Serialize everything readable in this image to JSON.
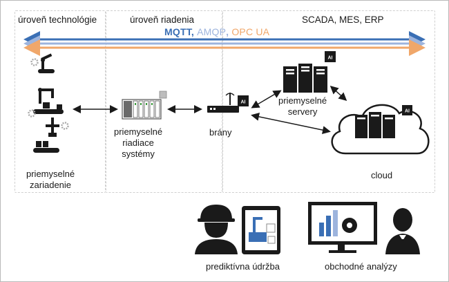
{
  "zones": {
    "technology": "úroveň technológie",
    "control": "úroveň riadenia",
    "enterprise": "SCADA, MES, ERP"
  },
  "protocols": {
    "items": [
      "MQTT",
      "AMQP",
      "OPC UA"
    ],
    "separator": ", ",
    "colors": {
      "MQTT": "#3a6fb5",
      "AMQP": "#9db4dd",
      "OPC UA": "#f0a76a"
    }
  },
  "nodes": {
    "devices": [
      "priemyselné",
      "zariadenie"
    ],
    "control_systems": [
      "priemyselné",
      "riadiace",
      "systémy"
    ],
    "gateways": "brány",
    "servers": [
      "priemyselné",
      "servery"
    ],
    "cloud": "cloud"
  },
  "badges": {
    "ai": "AI"
  },
  "bottom": {
    "maintenance": "prediktívna údržba",
    "analytics": "obchodné analýzy"
  },
  "icons": [
    "robot-arm-icon",
    "gear-icon",
    "plc-icon",
    "router-icon",
    "server-icon",
    "cloud-icon",
    "worker-icon",
    "tablet-icon",
    "monitor-chart-icon",
    "businessman-icon"
  ]
}
